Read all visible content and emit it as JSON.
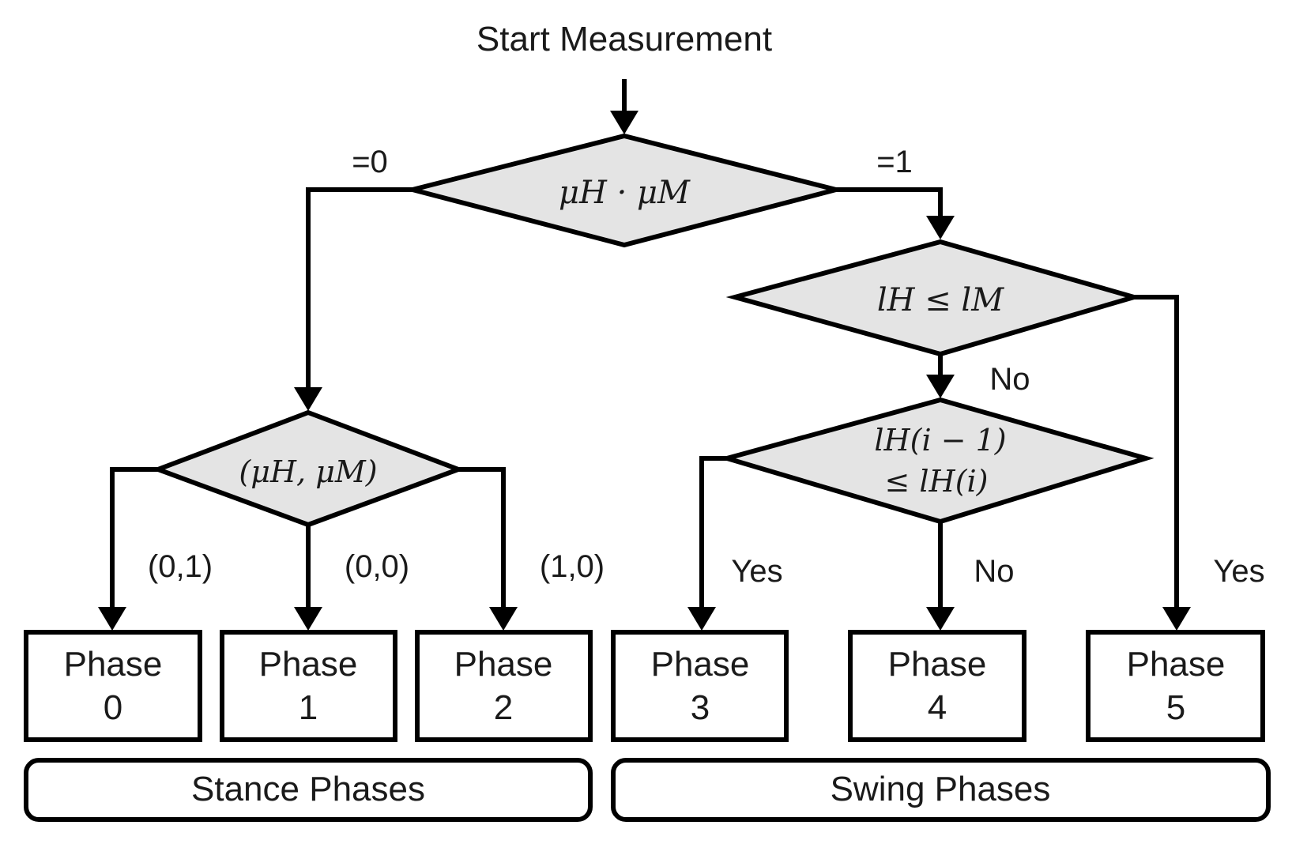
{
  "start": {
    "label": "Start Measurement"
  },
  "decisions": {
    "product": {
      "label": "μH · μM"
    },
    "pair": {
      "label": "(μH, μM)"
    },
    "length_compare": {
      "label": "lH ≤ lM"
    },
    "history_compare": {
      "line1": "lH(i − 1)",
      "line2": "≤ lH(i)"
    }
  },
  "edge_labels": {
    "product_zero": "=0",
    "product_one": "=1",
    "pair_01": "(0,1)",
    "pair_00": "(0,0)",
    "pair_10": "(1,0)",
    "length_no": "No",
    "length_yes": "Yes",
    "history_yes": "Yes",
    "history_no": "No"
  },
  "phases": [
    {
      "word": "Phase",
      "number": "0"
    },
    {
      "word": "Phase",
      "number": "1"
    },
    {
      "word": "Phase",
      "number": "2"
    },
    {
      "word": "Phase",
      "number": "3"
    },
    {
      "word": "Phase",
      "number": "4"
    },
    {
      "word": "Phase",
      "number": "5"
    }
  ],
  "groups": {
    "stance": "Stance Phases",
    "swing": "Swing Phases"
  }
}
